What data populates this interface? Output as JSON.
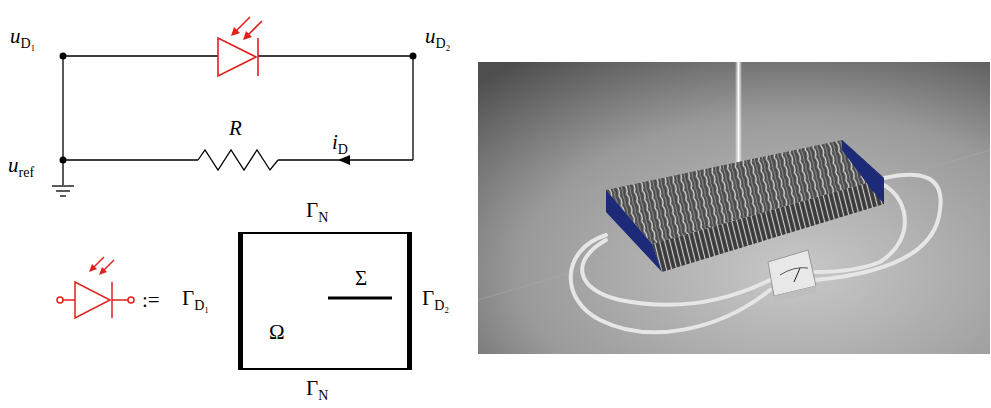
{
  "diagram": {
    "nodes": [
      {
        "text": [
          "Σ",
          "Ω"
        ]
      }
    ],
    "labels": [
      "uD₁",
      "uD₂",
      "uref",
      "R",
      "iD",
      ":=",
      "ΓD₁",
      "ΓN",
      "ΓN",
      "ΓD₂"
    ]
  }
}
